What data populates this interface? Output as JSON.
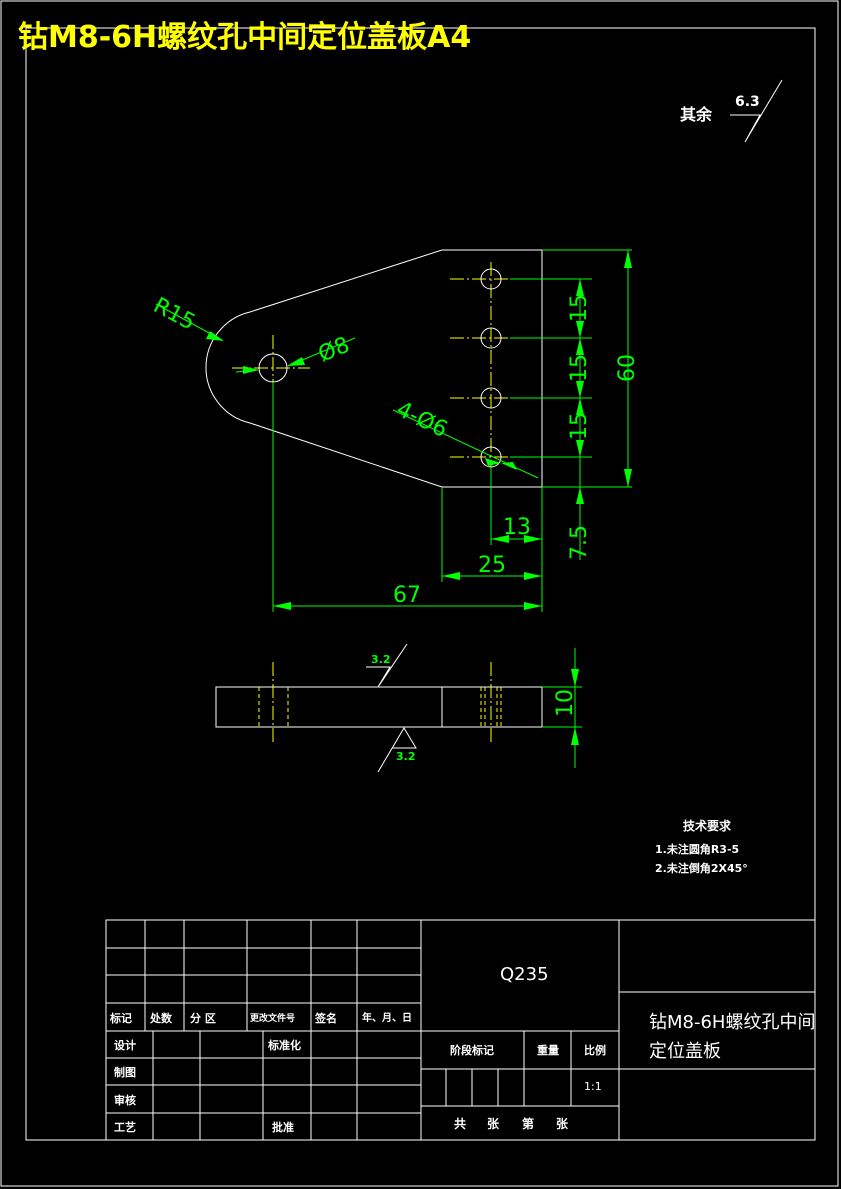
{
  "title": "钻M8-6H螺纹孔中间定位盖板A4",
  "roughness": {
    "note_label": "其余",
    "default_value": "6.3",
    "top_face_value": "3.2",
    "bottom_face_value": "3.2"
  },
  "dimensions": {
    "r15": "R15",
    "phi8": "Ø8",
    "holes": "4-Ø6",
    "d15a": "15",
    "d15b": "15",
    "d15c": "15",
    "d60": "60",
    "d13": "13",
    "d7_5": "7.5",
    "d25": "25",
    "d67": "67",
    "d10": "10"
  },
  "tech_requirements": {
    "heading": "技术要求",
    "items": [
      "1.未注圆角R3-5",
      "2.未注倒角2X45°"
    ]
  },
  "title_block": {
    "material": "Q235",
    "part_name_line1": "钻M8-6H螺纹孔中间",
    "part_name_line2": "定位盖板",
    "rev_headers": [
      "标记",
      "处数",
      "分 区",
      "更改文件号",
      "签名",
      "年、月、日"
    ],
    "design": "设计",
    "standardize": "标准化",
    "drawing": "制图",
    "review": "审核",
    "process": "工艺",
    "approve": "批准",
    "stage_mark": "阶段标记",
    "weight": "重量",
    "scale_label": "比例",
    "scale_value": "1:1",
    "sheets_total": "共",
    "sheets_unit1": "张",
    "sheet_no": "第",
    "sheets_unit2": "张"
  }
}
